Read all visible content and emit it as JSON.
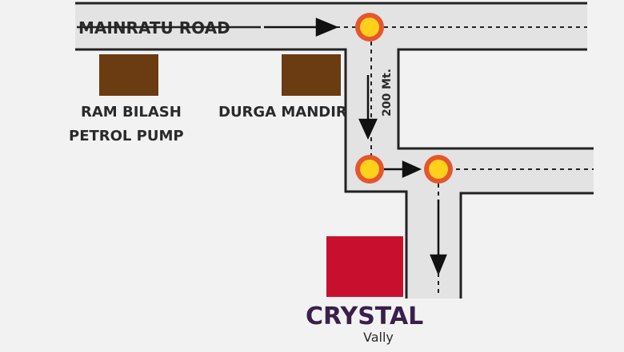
{
  "map": {
    "road_name": "MAINRATU ROAD",
    "distance_label": "200 Mt.",
    "landmarks": [
      {
        "line1": "RAM BILASH",
        "line2": "PETROL PUMP"
      },
      {
        "line1": "DURGA MANDIR",
        "line2": ""
      }
    ],
    "destination": {
      "brand": "CRYSTAL",
      "sub": "Vally"
    }
  },
  "colors": {
    "road_fill": "#e3e3e3",
    "road_edge": "#222222",
    "landmark": "#6b3b12",
    "destination": "#c8102e",
    "signal_outer": "#e4572e",
    "signal_inner": "#ffd11a"
  }
}
